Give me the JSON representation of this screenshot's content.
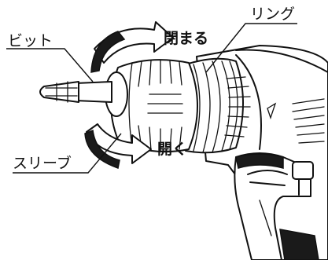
{
  "labels": {
    "bit": "ビット",
    "ring": "リング",
    "sleeve": "スリーブ",
    "close": "閉まる",
    "open": "開く"
  }
}
